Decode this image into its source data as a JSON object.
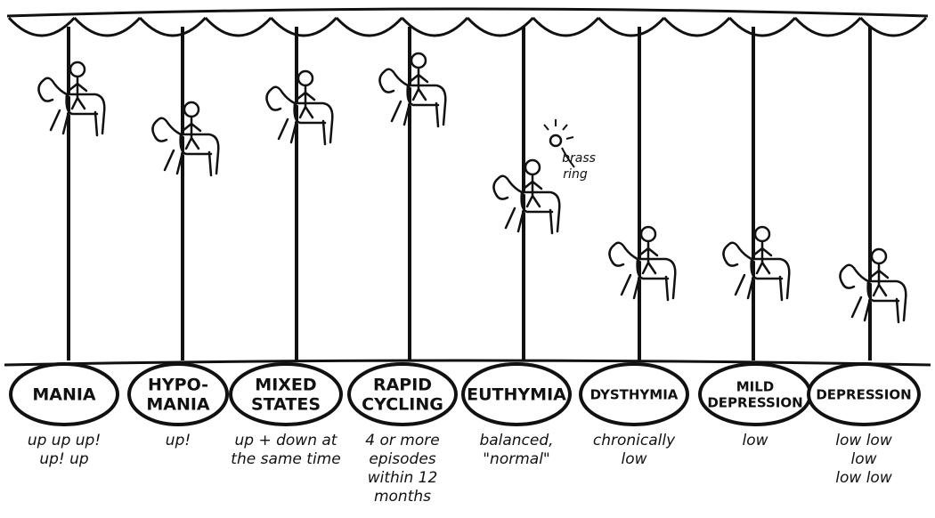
{
  "states": [
    {
      "label": [
        "MANIA"
      ],
      "caption": [
        "up up up!",
        "up! up"
      ]
    },
    {
      "label": [
        "HYPO-",
        "MANIA"
      ],
      "caption": [
        "up!"
      ]
    },
    {
      "label": [
        "MIXED",
        "STATES"
      ],
      "caption": [
        "up + down at",
        "the same time"
      ]
    },
    {
      "label": [
        "RAPID",
        "CYCLING"
      ],
      "caption": [
        "4 or more",
        "episodes",
        "within 12",
        "months"
      ]
    },
    {
      "label": [
        "EUTHYMIA"
      ],
      "caption": [
        "balanced,",
        "\"normal\""
      ]
    },
    {
      "label": [
        "DYSTHYMIA"
      ],
      "caption": [
        "chronically",
        "low"
      ]
    },
    {
      "label": [
        "MILD",
        "DEPRESSION"
      ],
      "caption": [
        "low"
      ]
    },
    {
      "label": [
        "DEPRESSION"
      ],
      "caption": [
        "low low",
        "low",
        "low low"
      ]
    }
  ],
  "annotation": [
    "brass",
    "ring"
  ],
  "colors": {
    "ink": "#111111",
    "paper": "#ffffff"
  }
}
